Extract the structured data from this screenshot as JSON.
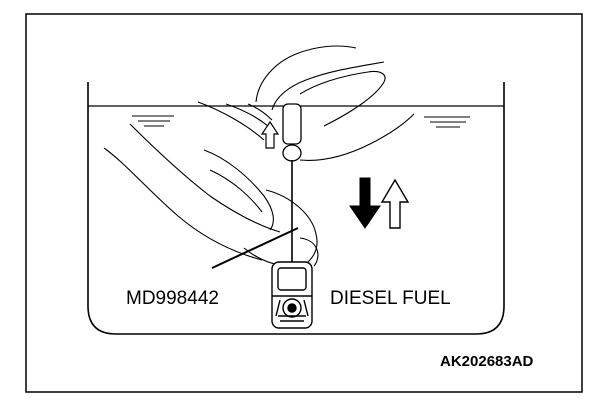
{
  "labels": {
    "tool_part_number": "MD998442",
    "liquid": "DIESEL FUEL",
    "figure_code": "AK202683AD"
  },
  "colors": {
    "line": "#000000",
    "background": "#ffffff"
  }
}
